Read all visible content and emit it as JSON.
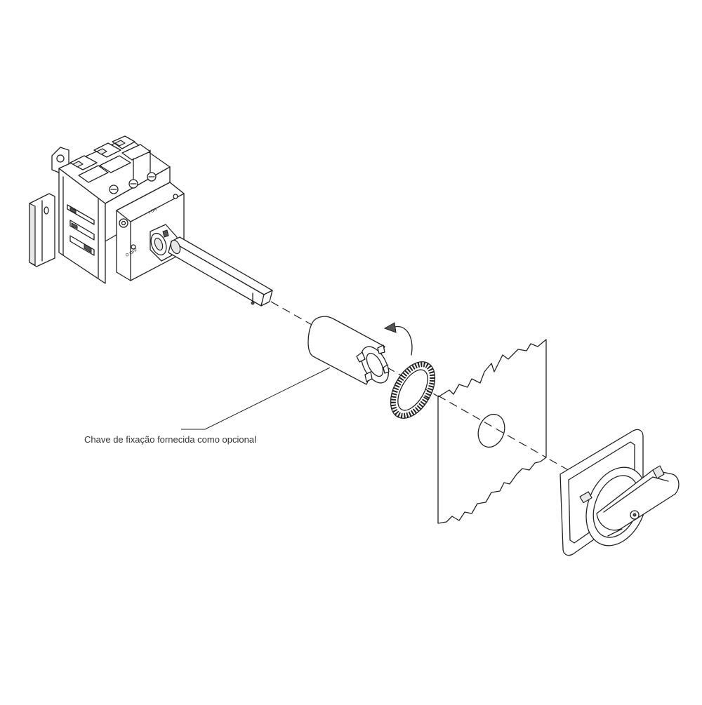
{
  "callout": {
    "wrench_label": "Chave de fixação fornecida como opcional"
  },
  "switch_markings": {
    "on_label": "I ON",
    "off_label": "O OFF"
  }
}
